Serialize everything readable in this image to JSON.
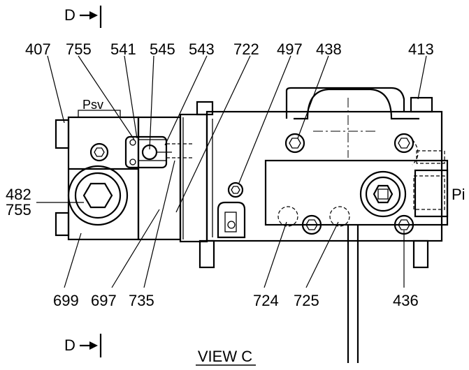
{
  "section_marker": "D",
  "view_title": "VIEW C",
  "port_labels": {
    "relief": "Psv",
    "pilot": "Pi"
  },
  "parts": {
    "p407": "407",
    "p755a": "755",
    "p541": "541",
    "p545": "545",
    "p543": "543",
    "p722": "722",
    "p497": "497",
    "p438": "438",
    "p413": "413",
    "p482": "482",
    "p755b": "755",
    "p699": "699",
    "p697": "697",
    "p735": "735",
    "p724": "724",
    "p725": "725",
    "p436": "436"
  }
}
